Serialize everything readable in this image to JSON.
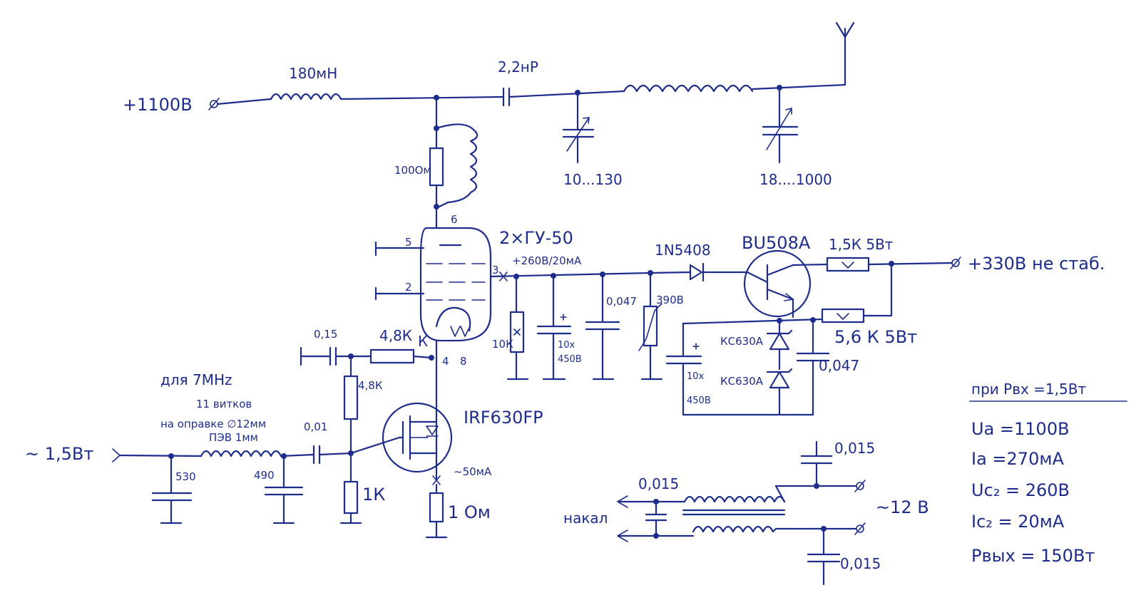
{
  "diagram": {
    "supply_hv": "+1100В",
    "choke_top": "180мН",
    "cap_coupling": "2,2нР",
    "var_cap_1": "10...130",
    "var_cap_2": "18....1000",
    "anode_res": "100Ом",
    "tube": "2×ГУ-50",
    "pin_6": "6",
    "pin_5": "5",
    "pin_2": "2",
    "pin_3": "3",
    "pin_4": "4",
    "pin_8": "8",
    "screen_supply": "+260В/20мА",
    "diode": "1N5408",
    "transistor": "BU508A",
    "res_top": "1,5К 5Вт",
    "supply_330": "+330В не стаб.",
    "res_10k": "10К",
    "cap_10x_1": "10х\n450В",
    "cap_0047_1": "0,047",
    "varistor": "390В",
    "res_bottom": "5,6 К 5Вт",
    "zener_1": "КС630А",
    "zener_2": "КС630А",
    "cap_10x_2": "10х\n450В",
    "cap_0047_2": "0,047",
    "cap_015": "0,15",
    "res_48k_1": "4,8К",
    "label_k": "К",
    "res_48k_2": "4,8К",
    "note_band": "для 7МНz",
    "coil_note_1": "11 витков",
    "coil_note_2": "на оправке ∅12мм",
    "coil_note_3": "ПЭВ 1мм",
    "cap_001": "0,01",
    "mosfet": "IRF630FP",
    "input": "~ 1,5Вт",
    "cap_530": "530",
    "cap_490": "490",
    "res_1k": "1К",
    "current_50": "~50мА",
    "res_1ohm": "1 Ом",
    "heater_cap_top": "0,015",
    "heater_cap_left": "0,015",
    "heater_cap_bottom": "0,015",
    "heater_supply": "~12 В",
    "heater_label": "накал",
    "spec_title": "при Рвх =1,5Вт",
    "spec_ua": "Ua =1100В",
    "spec_ia": "Ia =270мА",
    "spec_uc2": "Uc₂ = 260В",
    "spec_ic2": "Ic₂ = 20мА",
    "spec_pout": "Рвых = 150Вт"
  }
}
